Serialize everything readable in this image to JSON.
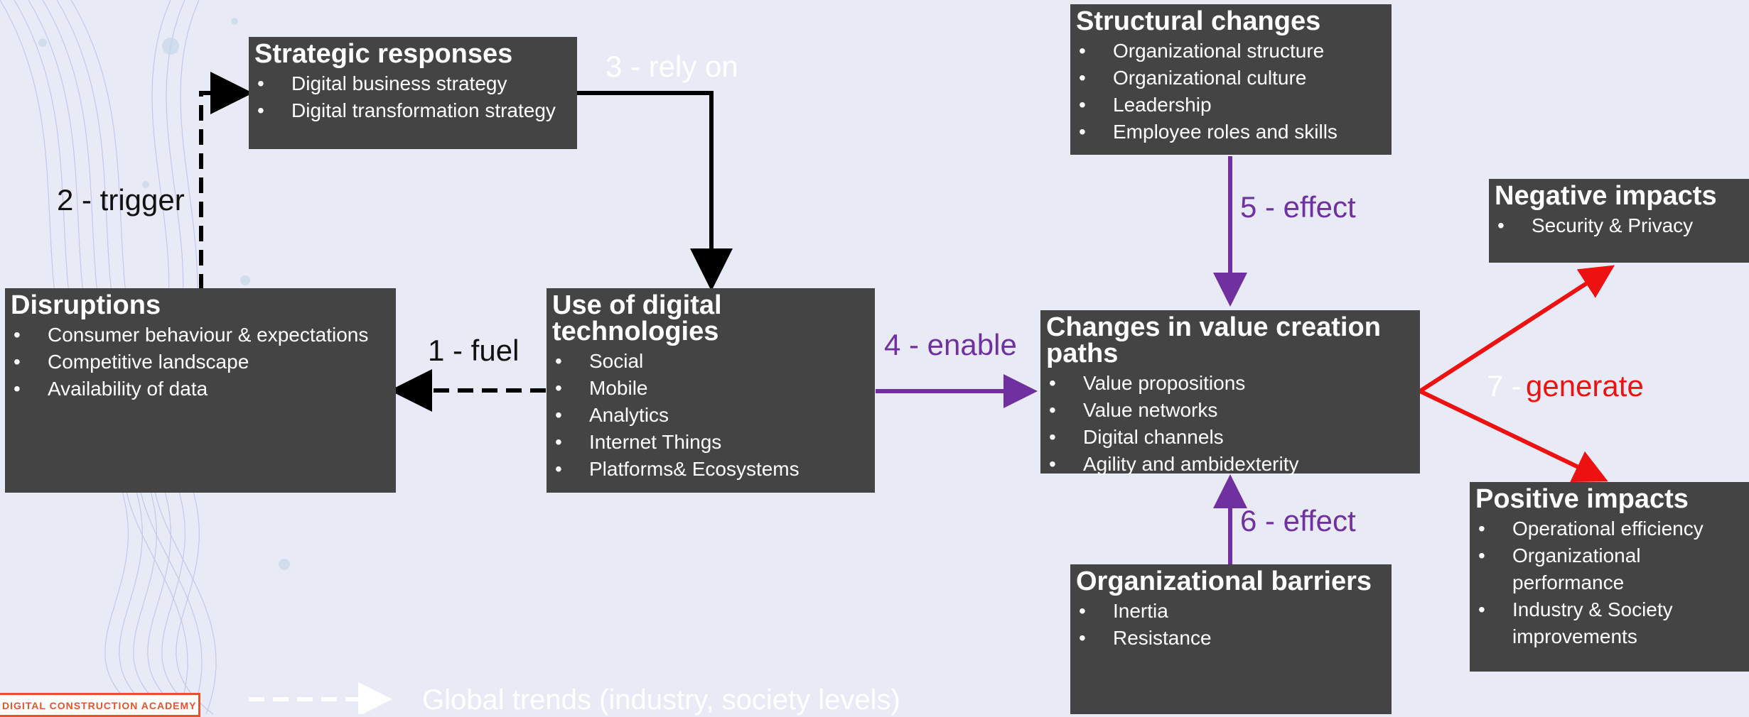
{
  "boxes": {
    "strategic": {
      "title": "Strategic responses",
      "items": [
        "Digital business strategy",
        "Digital transformation strategy"
      ]
    },
    "disruptions": {
      "title": "Disruptions",
      "items": [
        "Consumer behaviour & expectations",
        "Competitive landscape",
        "Availability of data"
      ]
    },
    "digital_tech": {
      "title": "Use of digital technologies",
      "items": [
        "Social",
        "Mobile",
        "Analytics",
        "Internet Things",
        "Platforms& Ecosystems"
      ]
    },
    "structural": {
      "title": "Structural changes",
      "items": [
        "Organizational structure",
        "Organizational culture",
        "Leadership",
        "Employee roles and skills"
      ]
    },
    "value_paths": {
      "title": "Changes in value creation paths",
      "items": [
        "Value propositions",
        "Value networks",
        "Digital channels",
        "Agility and ambidexterity"
      ]
    },
    "barriers": {
      "title": "Organizational barriers",
      "items": [
        "Inertia",
        "Resistance"
      ]
    },
    "negative": {
      "title": "Negative impacts",
      "items": [
        "Security & Privacy"
      ]
    },
    "positive": {
      "title": "Positive impacts",
      "items": [
        "Operational efficiency",
        "Organizational performance",
        "Industry & Society improvements"
      ]
    }
  },
  "labels": {
    "fuel": "1 - fuel",
    "trigger": "2 - trigger",
    "rely_on": "3 - rely on",
    "enable": "4 - enable",
    "effect5": "5 - effect",
    "effect6": "6 - effect",
    "generate_num": "7 -",
    "generate": "generate"
  },
  "legend": {
    "text": "Global trends (industry, society levels)"
  },
  "logo": {
    "text": "DIGITAL CONSTRUCTION ACADEMY"
  },
  "colors": {
    "box_bg": "#444444",
    "purple": "#7030a0",
    "red": "#ee1111",
    "page_bg": "#e8ebf6"
  }
}
